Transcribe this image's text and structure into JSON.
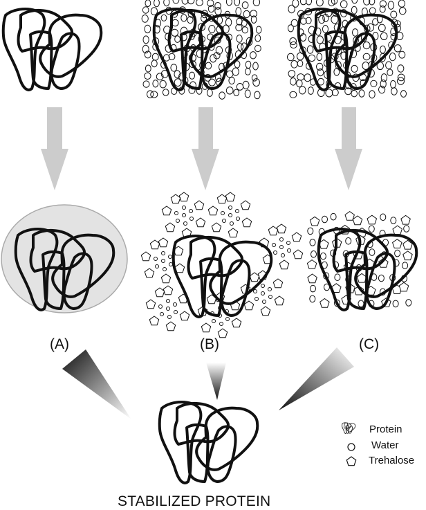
{
  "panels": [
    {
      "label": "(A)"
    },
    {
      "label": "(B)"
    },
    {
      "label": "(C)"
    }
  ],
  "legend": {
    "protein": "Protein",
    "water": "Water",
    "trehalose": "Trehalose"
  },
  "caption": "STABILIZED PROTEIN",
  "colors": {
    "stroke": "#111111",
    "arrow": "#cccccc",
    "shell": "#e3e3e3"
  }
}
